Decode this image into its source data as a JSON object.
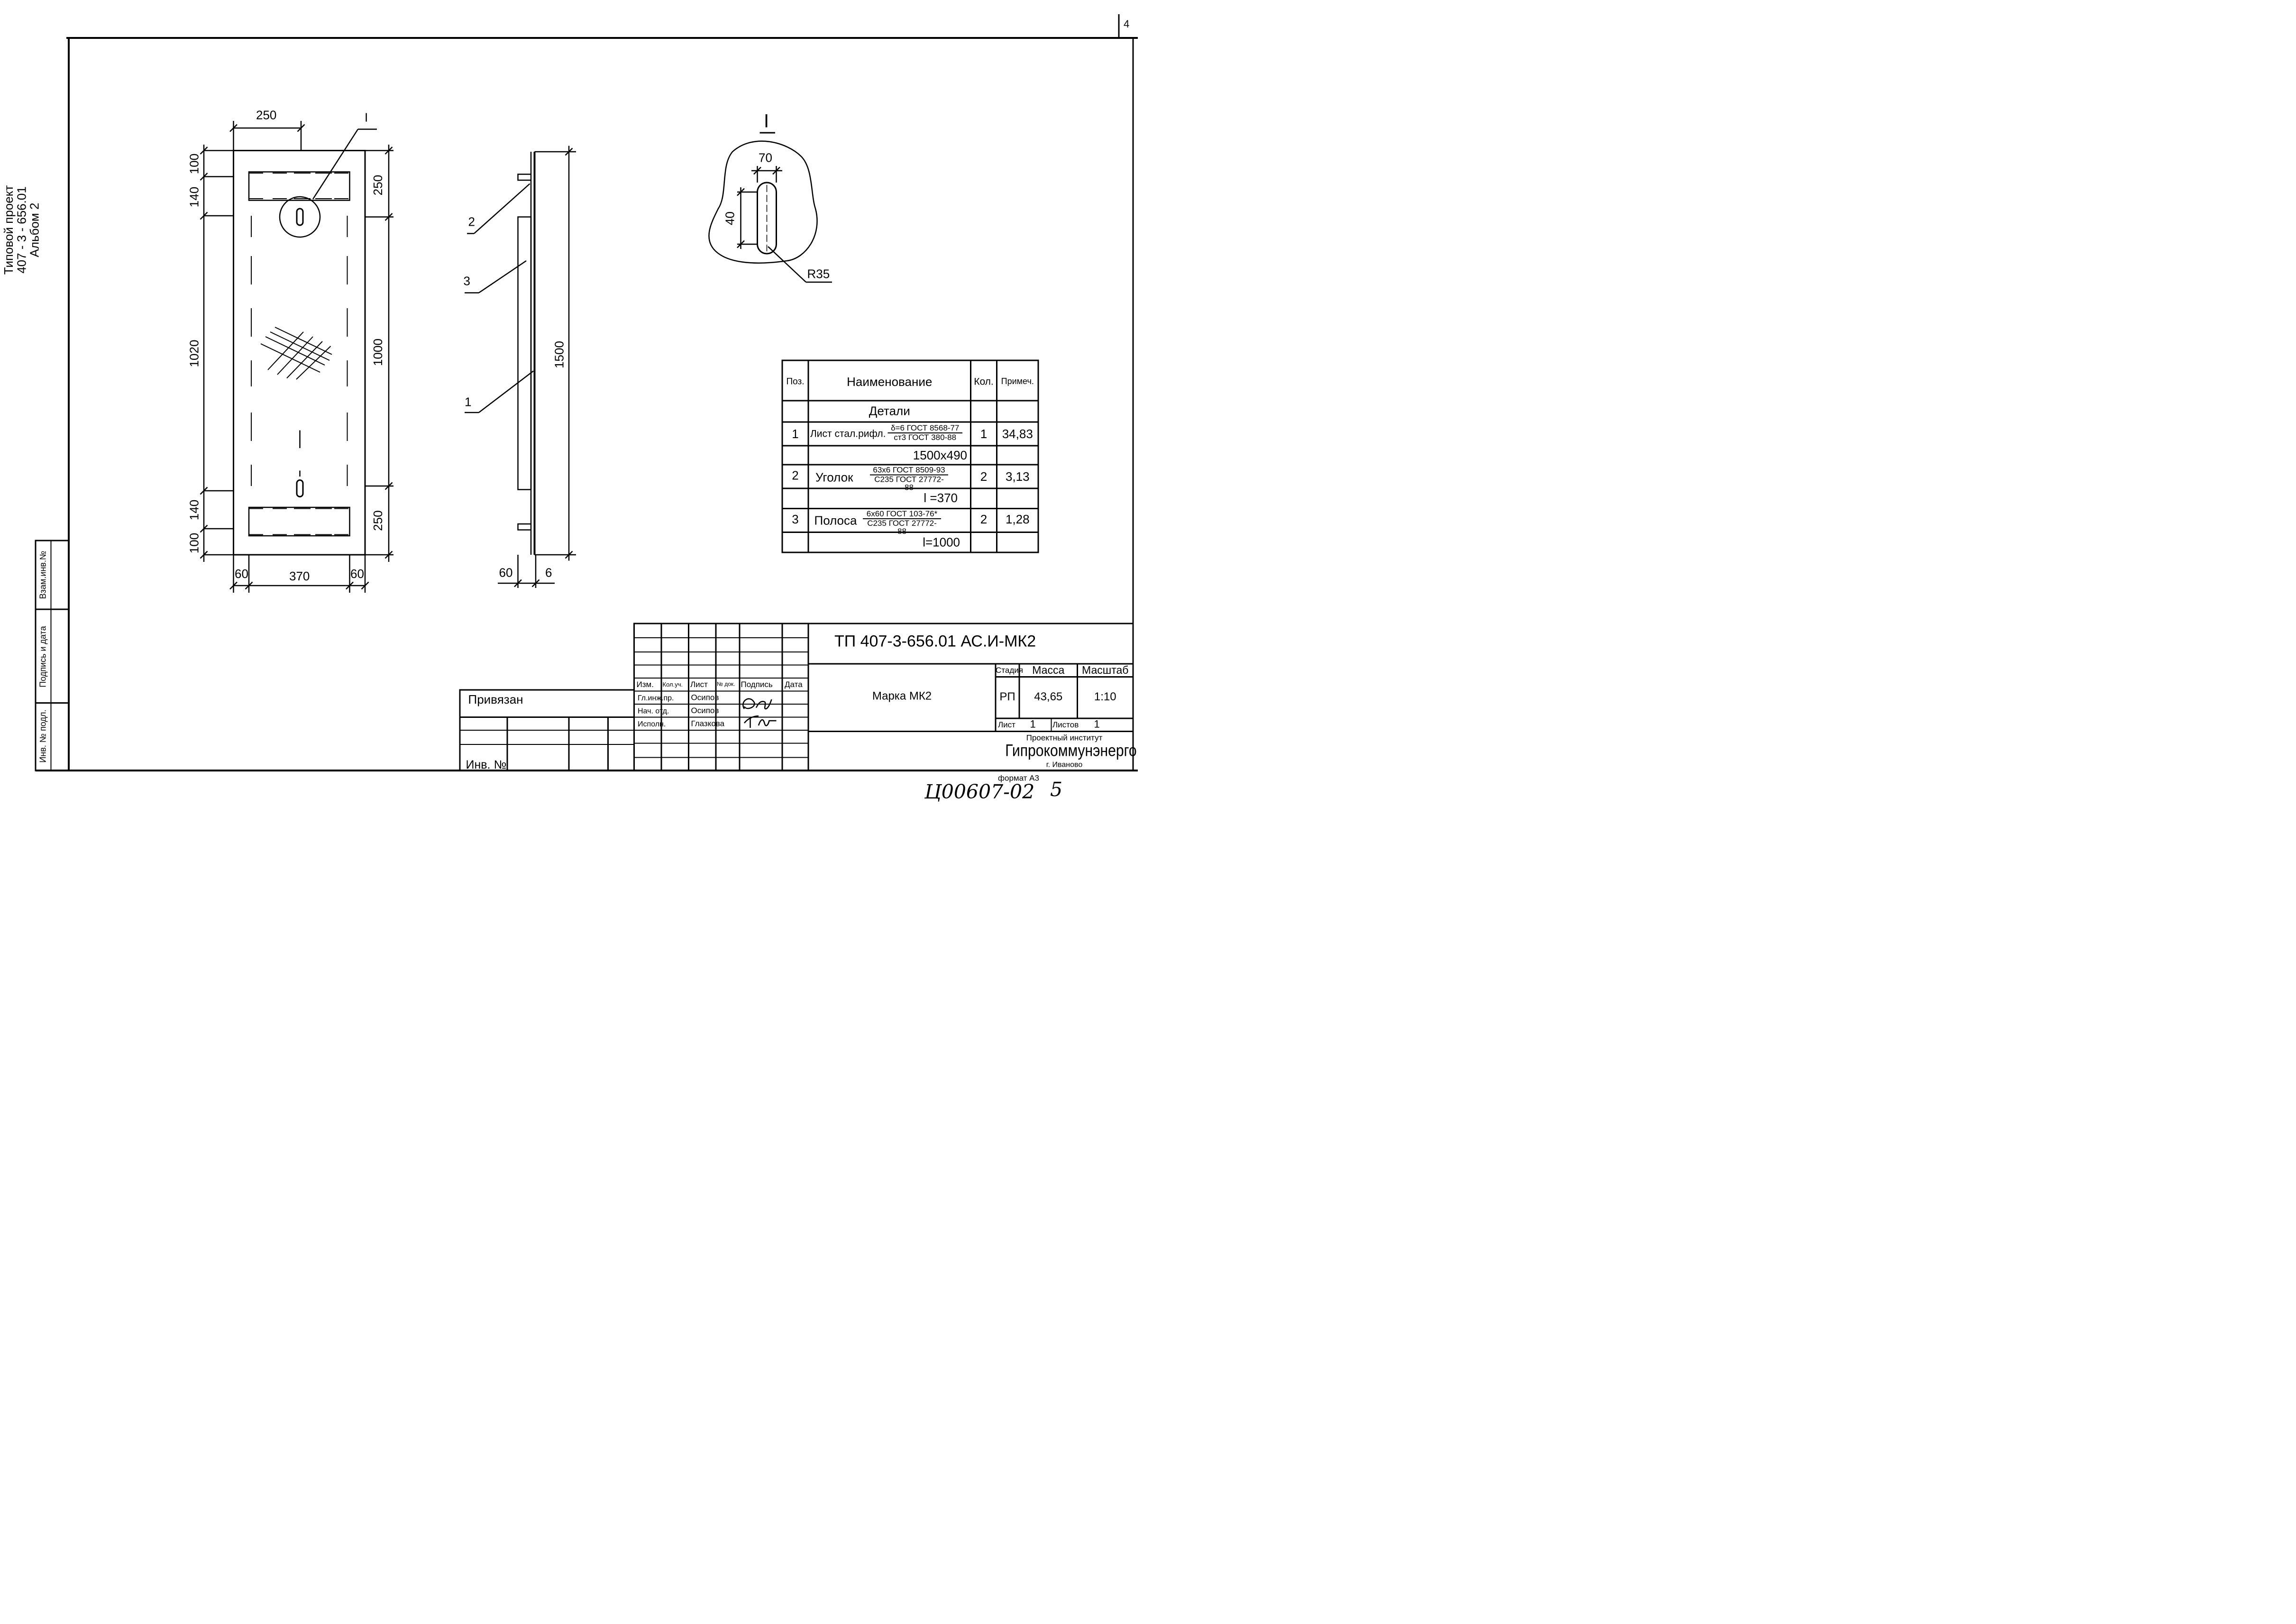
{
  "sheet_number": "4",
  "side_labels": {
    "project_line1": "Типовой проект",
    "project_line2": "407 - 3 - 656.01",
    "project_line3": "Альбом 2",
    "vzam_inv": "Взам.инв.№",
    "podpis_data": "Подпись и дата",
    "inv_podl": "Инв. № подл."
  },
  "plan_view": {
    "dim_top": "250",
    "callout": "I",
    "dim_left_100_top": "100",
    "dim_left_140_top": "140",
    "dim_left_1020": "1020",
    "dim_left_140_bottom": "140",
    "dim_left_100_bottom": "100",
    "dim_right_250_top": "250",
    "dim_right_1000": "1000",
    "dim_right_250_bottom": "250",
    "dim_bottom_60_left": "60",
    "dim_bottom_370": "370",
    "dim_bottom_60_right": "60"
  },
  "side_view": {
    "pos_2": "2",
    "pos_3": "3",
    "pos_1": "1",
    "dim_1500": "1500",
    "dim_60": "60",
    "dim_6": "6"
  },
  "detail_I": {
    "title": "I",
    "dim_70": "70",
    "dim_40": "40",
    "radius": "R35"
  },
  "spec_table": {
    "headers": [
      "Поз.",
      "Наименование",
      "Кол.",
      "Примеч."
    ],
    "section": "Детали",
    "rows": [
      {
        "pos": "1",
        "name": "Лист стал.рифл.",
        "std_top": "δ=6 ГОСТ 8568-77",
        "std_bottom": "ст3 ГОСТ 380-88",
        "qty": "1",
        "note": "34,83",
        "sub": "1500x490"
      },
      {
        "pos": "2",
        "name": "Уголок",
        "std_top": "63x6 ГОСТ 8509-93",
        "std_bottom": "С235 ГОСТ 27772-88",
        "qty": "2",
        "note": "3,13",
        "sub": "l =370"
      },
      {
        "pos": "3",
        "name": "Полоса",
        "std_top": "6x60 ГОСТ 103-76*",
        "std_bottom": "С235 ГОСТ 27772-88",
        "qty": "2",
        "note": "1,28",
        "sub": "l=1000"
      }
    ]
  },
  "title_block": {
    "doc_code": "ТП   407-3-656.01   АС.И-МК2",
    "headers": [
      "Изм.",
      "Кол.уч.",
      "Лист",
      "№ док.",
      "Подпись",
      "Дата"
    ],
    "roles": [
      {
        "role": "Гл.инж.пр.",
        "name": "Осипов"
      },
      {
        "role": "Нач. отд.",
        "name": "Осипов"
      },
      {
        "role": "Исполн.",
        "name": "Глазкова"
      }
    ],
    "title": "Марка МК2",
    "stage_h": "Стадия",
    "mass_h": "Масса",
    "scale_h": "Масштаб",
    "stage": "РП",
    "mass": "43,65",
    "scale": "1:10",
    "sheet_label": "Лист",
    "sheet_value": "1",
    "sheets_label": "Листов",
    "sheets_value": "1",
    "org_line1": "Проектный институт",
    "org_line2": "Гипрокоммунэнерго",
    "org_line3": "г. Иваново",
    "privyazan": "Привязан",
    "inv_no": "Инв. №",
    "format": "формат А3",
    "archive_no": "Ц00607-02",
    "archive_page": "5"
  }
}
